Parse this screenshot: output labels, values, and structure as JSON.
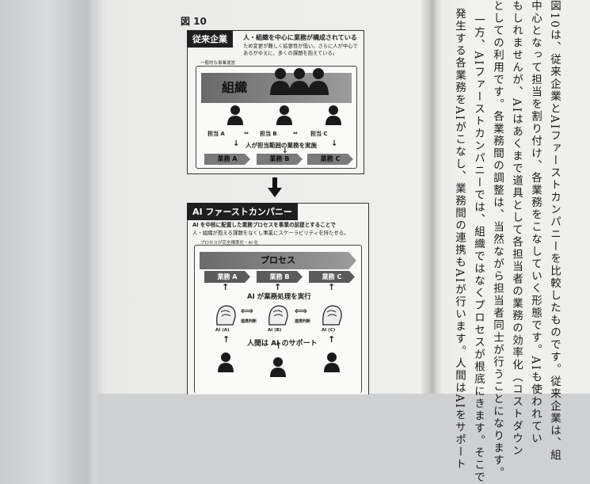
{
  "figure_label": "図 10",
  "top": {
    "tag": "従来企業",
    "headline": "人・組織を中心に業務が構成されている",
    "desc": "ため変更が難しく拡張性が低い。さらに人が中心であるがゆえに、多くの課題を抱えている。",
    "subtitle": "一般的な事業運営",
    "band": "組織",
    "persons": [
      "担当 A",
      "担当 B",
      "担当 C"
    ],
    "caption": "人が担当範囲の業務を実施",
    "tasks": [
      "業務 A",
      "業務 B",
      "業務 C"
    ]
  },
  "bottom": {
    "tag": "AI ファーストカンパニー",
    "desc1": "AI を中核に配置した業務プロセスを事業の前提とすることで",
    "desc2": "人・組織が抱える課題をなくし事業にスケーラビリティを持たせる。",
    "subtitle": "プロセスが完全標準化・AI 化",
    "band": "プロセス",
    "tasks": [
      "業務 A",
      "業務 B",
      "業務 C"
    ],
    "caption": "AI が業務処理を実行",
    "ai_labels": [
      "AI (A)",
      "AI (B)",
      "AI (C)"
    ],
    "link_label": "連携判断",
    "support": "人間は AI のサポート"
  },
  "right_columns": [
    "図10は、従来企業とAIファーストカンパニーを比較したものです。従来企業は、組",
    "中心となって担当を割り付け、各業務をこなしていく形態です。AIも使われてい",
    "もしれませんが、AIはあくまで道具として各担当者の業務の効率化（コストダウン",
    "としての利用です。各業務間の調整は、当然ながら担当者同士が行うことになります。",
    "一方、AIファーストカンパニーでは、組織ではなくプロセスが根底にきます。そこで",
    "発生する各業務をAIがこなし、業務間の連携もAIが行います。人間はAIをサポート"
  ]
}
